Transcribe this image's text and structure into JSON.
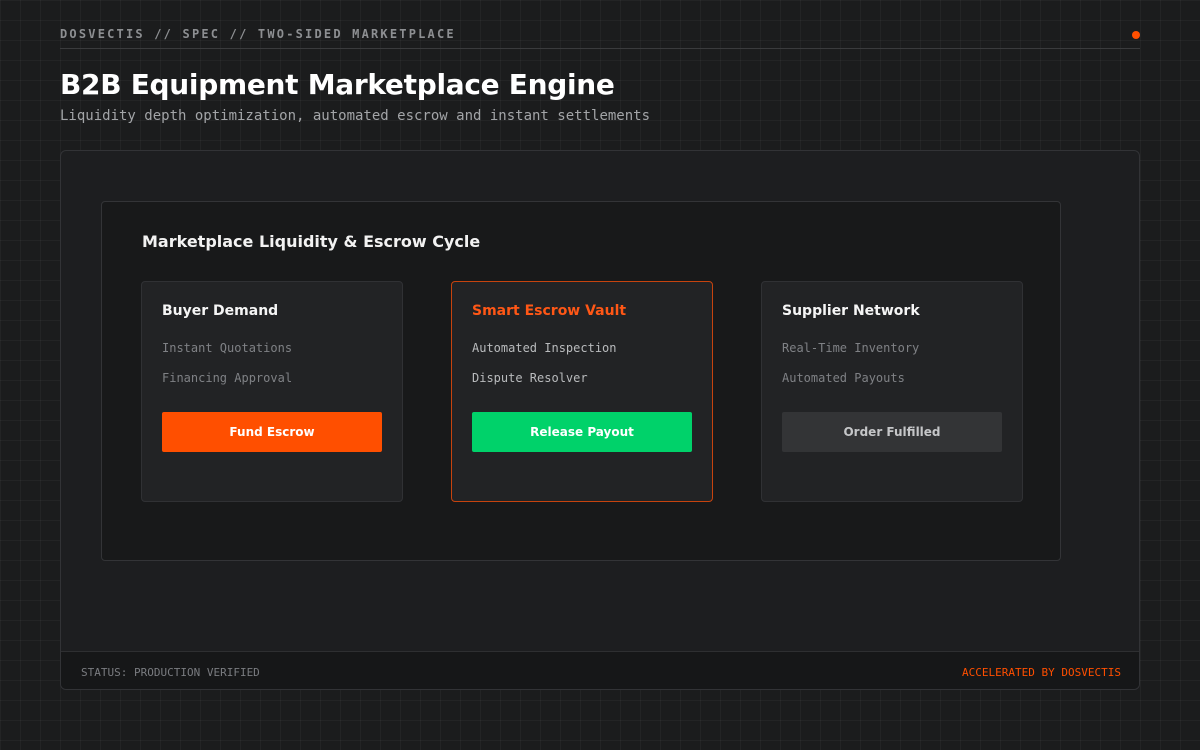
{
  "header": {
    "breadcrumb": "DOSVECTIS // SPEC // TWO-SIDED MARKETPLACE",
    "title": "B2B Equipment Marketplace Engine",
    "subtitle": "Liquidity depth optimization, automated escrow and instant settlements"
  },
  "panel": {
    "title": "Marketplace Liquidity & Escrow Cycle",
    "cards": [
      {
        "title": "Buyer Demand",
        "items": [
          "Instant Quotations",
          "Financing Approval"
        ],
        "button": "Fund Escrow",
        "button_color": "#ff4f00"
      },
      {
        "title": "Smart Escrow Vault",
        "items": [
          "Automated Inspection",
          "Dispute Resolver"
        ],
        "button": "Release Payout",
        "button_color": "#00d26a"
      },
      {
        "title": "Supplier Network",
        "items": [
          "Real-Time Inventory",
          "Automated Payouts"
        ],
        "button": "Order Fulfilled",
        "button_color": "#333436"
      }
    ]
  },
  "footer": {
    "status": "STATUS: PRODUCTION VERIFIED",
    "credit": "ACCELERATED BY DOSVECTIS"
  },
  "colors": {
    "accent": "#ff4f00",
    "success": "#00d26a",
    "background": "#1b1c1d"
  }
}
